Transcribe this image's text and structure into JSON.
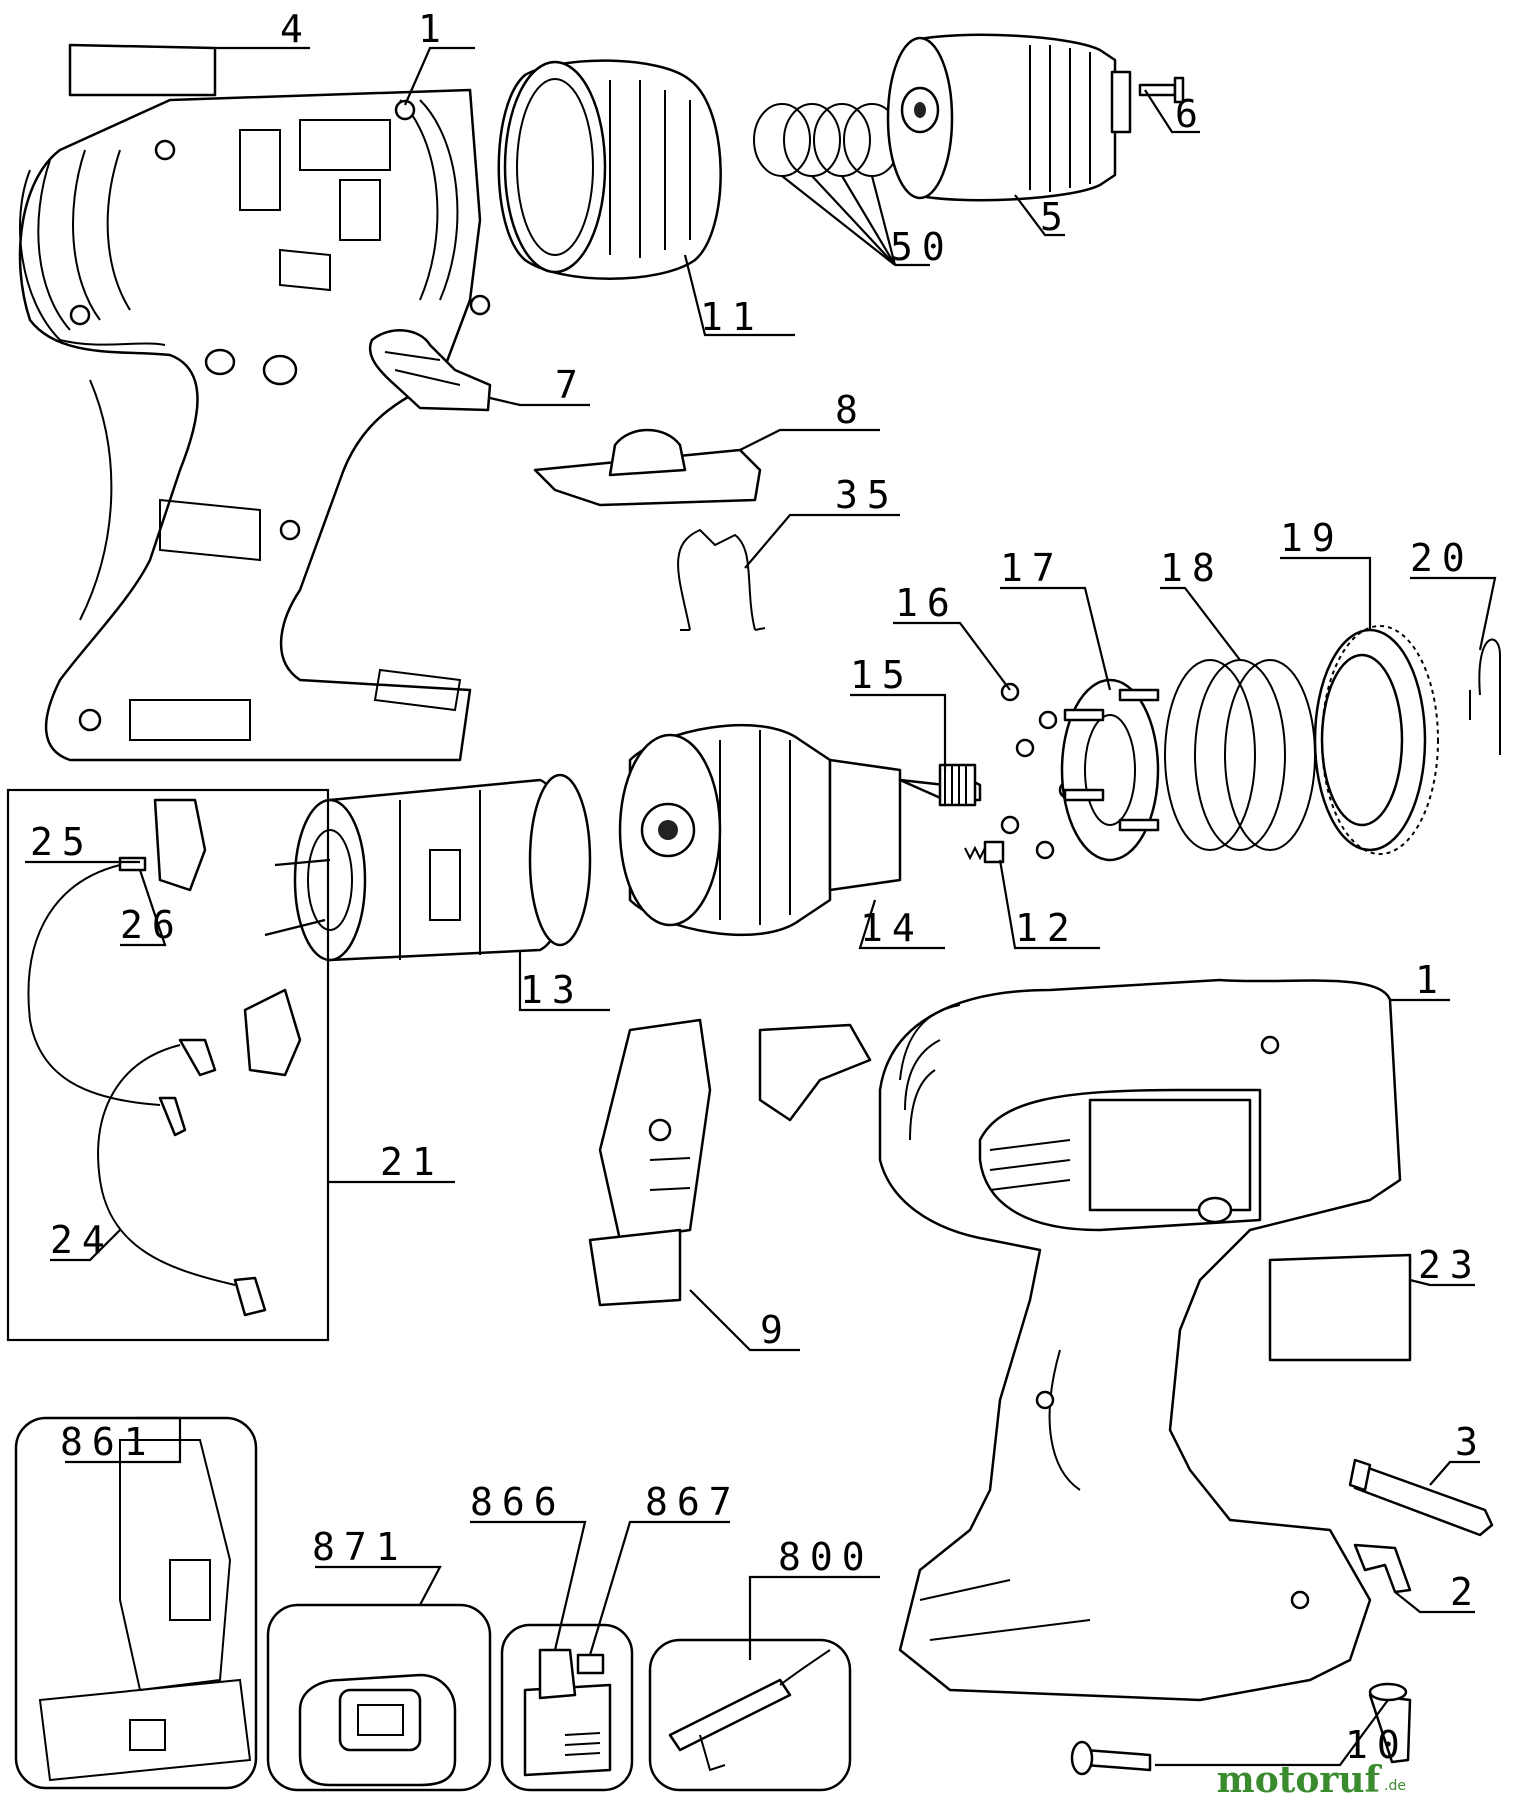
{
  "labels": {
    "p1a": "1",
    "p1b": "1",
    "p2": "2",
    "p3": "3",
    "p4": "4",
    "p5": "5",
    "p6": "6",
    "p7": "7",
    "p8": "8",
    "p9": "9",
    "p10": "10",
    "p11": "11",
    "p12": "12",
    "p13": "13",
    "p14": "14",
    "p15": "15",
    "p16": "16",
    "p17": "17",
    "p18": "18",
    "p19": "19",
    "p20": "20",
    "p21": "21",
    "p23": "23",
    "p24": "24",
    "p25": "25",
    "p26": "26",
    "p35": "35",
    "p50": "50",
    "p800": "800",
    "p861": "861",
    "p866": "866",
    "p867": "867",
    "p871": "871"
  },
  "watermark": {
    "brand_main": "motoruf",
    "brand_tld": ".de",
    "colors": {
      "main": "#3a8a2e",
      "dot": "#c0392b"
    }
  }
}
